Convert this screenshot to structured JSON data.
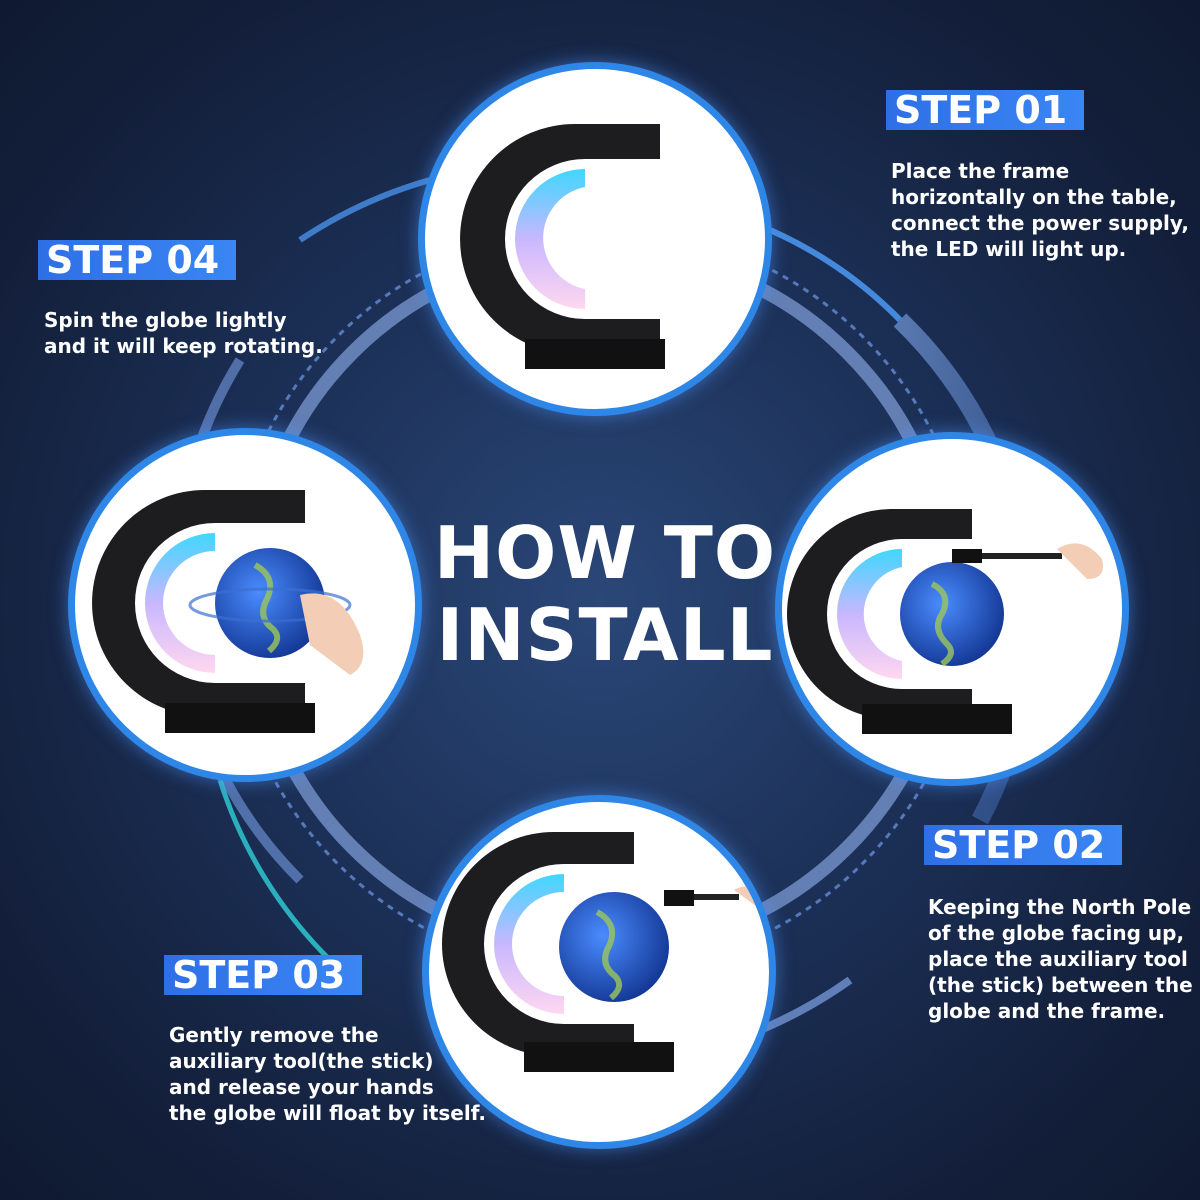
{
  "title": {
    "line1": "HOW TO",
    "line2": "INSTALL"
  },
  "steps": [
    {
      "label": "STEP 01",
      "text": "Place the frame\nhorizontally on the table,\nconnect the power supply,\nthe LED will light up."
    },
    {
      "label": "STEP 02",
      "text": "Keeping the North Pole\nof the globe facing up,\nplace the auxiliary tool\n(the stick) between the\nglobe and the frame."
    },
    {
      "label": "STEP 03",
      "text": "Gently remove the\nauxiliary tool(the stick)\nand release your hands\nthe globe will float by itself."
    },
    {
      "label": "STEP 04",
      "text": "Spin the globe lightly\nand it will keep rotating."
    }
  ],
  "colors": {
    "accent": "#2f6fe6",
    "ring": "#2e86e6",
    "background": "#1b2f55"
  }
}
